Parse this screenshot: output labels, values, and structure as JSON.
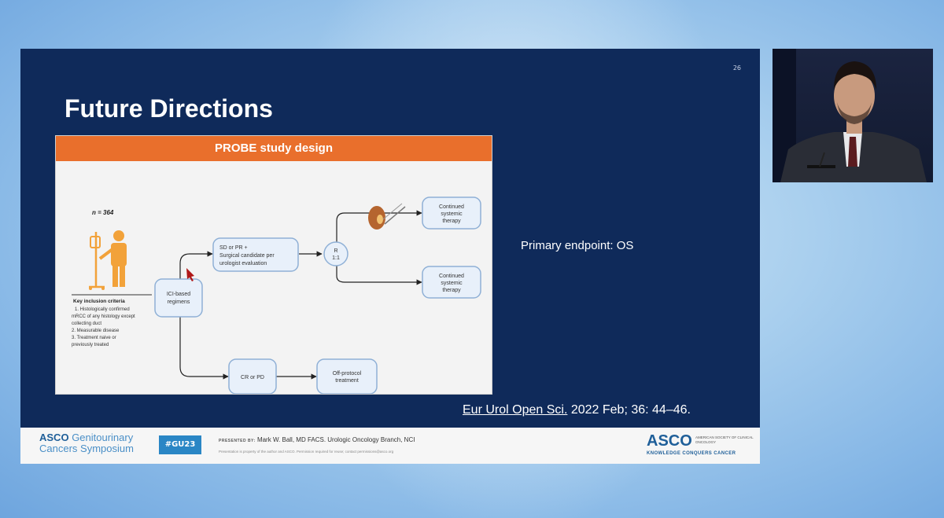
{
  "slide": {
    "number": "26",
    "title": "Future Directions",
    "figure": {
      "header": "PROBE study design",
      "n_label": "n = 364",
      "inclusion_title": "Key inclusion criteria",
      "inclusion_items": [
        "1. Histologically confirmed",
        "mRCC of any histology except",
        "collecting duct",
        "2. Measurable disease",
        "3. Treatment naive or",
        "previously treated"
      ],
      "nodes": {
        "ici": [
          "ICI-based",
          "regimens"
        ],
        "sdpr": [
          "SD or PR +",
          "Surgical candidate per",
          "urologist evaluation"
        ],
        "rand": [
          "R",
          "1:1"
        ],
        "cont1": [
          "Continued",
          "systemic",
          "therapy"
        ],
        "cont2": [
          "Continued",
          "systemic",
          "therapy"
        ],
        "crpd": [
          "CR or PD"
        ],
        "off": [
          "Off-protocol",
          "treatment"
        ]
      }
    },
    "endpoint": "Primary endpoint: OS",
    "citation_journal": "Eur Urol Open Sci.",
    "citation_rest": " 2022 Feb; 36: 44–46."
  },
  "footer": {
    "brand_line1": "Genitourinary",
    "brand_asco": "ASCO",
    "brand_line2": "Cancers Symposium",
    "hashtag": "#GU23",
    "presented_label": "PRESENTED BY:",
    "presenter": "Mark W. Ball, MD FACS. Urologic Oncology Branch, NCI",
    "disclaimer": "Presentation is property of the author and ASCO. Permission required for reuse; contact permissions@asco.org",
    "logo": "ASCO",
    "logo_sub": "AMERICAN SOCIETY OF CLINICAL ONCOLOGY",
    "logo_tagline": "KNOWLEDGE CONQUERS CANCER"
  },
  "colors": {
    "slide_bg": "#0f2a5a",
    "figure_header": "#e96f2c",
    "node_fill": "#e8f0fa",
    "node_stroke": "#8fb0d6",
    "person": "#f2a23a"
  }
}
